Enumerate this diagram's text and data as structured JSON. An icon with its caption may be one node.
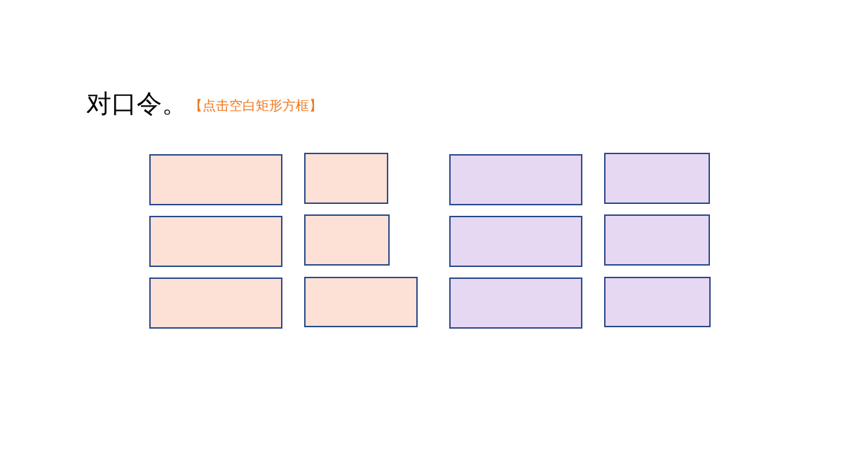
{
  "diagram": {
    "title": "对口令。",
    "nodes": [
      {
        "text": [],
        "shape": "box"
      },
      {
        "text": [],
        "shape": "box"
      },
      {
        "text": [],
        "shape": "box"
      },
      {
        "text": [],
        "shape": "box"
      },
      {
        "text": [],
        "shape": "box"
      },
      {
        "text": [],
        "shape": "box"
      },
      {
        "text": [],
        "shape": "box"
      },
      {
        "text": [],
        "shape": "box"
      },
      {
        "text": [],
        "shape": "box"
      },
      {
        "text": [],
        "shape": "box"
      },
      {
        "text": [],
        "shape": "box"
      },
      {
        "text": [],
        "shape": "box"
      }
    ],
    "labels": [
      "【点击空白矩形方框】"
    ]
  }
}
